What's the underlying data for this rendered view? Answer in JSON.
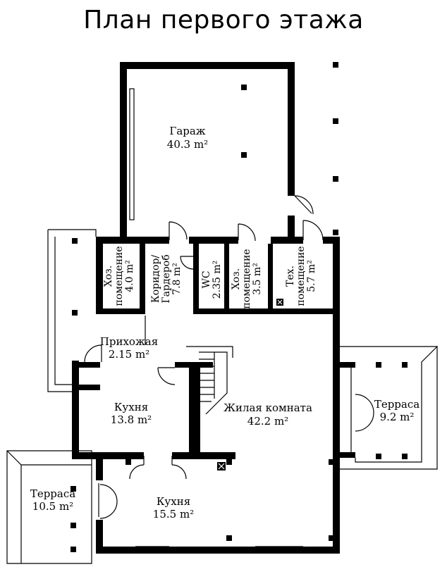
{
  "title": "План первого этажа",
  "rooms": {
    "garage": {
      "name": "Гараж",
      "area": "40.3 m²"
    },
    "storage1": {
      "name1": "Хоз.",
      "name2": "помещение",
      "area": "4.0 m²"
    },
    "corridor": {
      "name1": "Коридор/",
      "name2": "Гардероб",
      "area": "7.8 m²"
    },
    "wc": {
      "name": "WC",
      "area": "2.35 m²"
    },
    "storage2": {
      "name1": "Хоз.",
      "name2": "помещение",
      "area": "3.5 m²"
    },
    "tech": {
      "name1": "Тех.",
      "name2": "помещение",
      "area": "5.7 m²"
    },
    "hall": {
      "name": "Прихожая",
      "area": "2.15 m²"
    },
    "living": {
      "name": "Жилая комната",
      "area": "42.2 m²"
    },
    "kitchen1": {
      "name": "Кухня",
      "area": "13.8 m²"
    },
    "kitchen2": {
      "name": "Кухня",
      "area": "15.5 m²"
    },
    "terrace_right": {
      "name": "Терраса",
      "area": "9.2 m²"
    },
    "terrace_left": {
      "name": "Терраса",
      "area": "10.5 m²"
    }
  }
}
